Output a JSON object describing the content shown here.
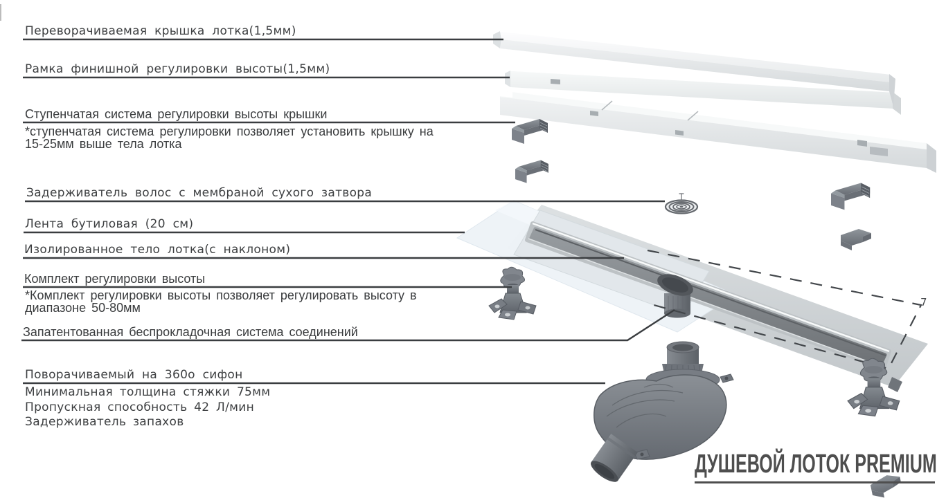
{
  "title": {
    "text": "ДУШЕВОЙ ЛОТОК PREMIUM"
  },
  "annotation": {
    "text": "7"
  },
  "colors": {
    "label_text": "#3e4042",
    "leader_line": "#3a3d40",
    "title_text": "#4e4e4e",
    "part_gray": "#7b8087",
    "metal_light": "#eff2f3",
    "tape_blue": "#edf2f7",
    "channel_dark": "#73777b"
  },
  "labels": [
    {
      "id": "cover",
      "text": "Переворачиваемая крышка лотка(1,5мм)"
    },
    {
      "id": "frame",
      "text": "Рамка финишной регулировки высоты(1,5мм)"
    },
    {
      "id": "step-system",
      "text": "Ступенчатая система регулировки высоты крышки",
      "note_lines": [
        "*ступенчатая система регулировки позволяет установить крышку на",
        "15-25мм выше тела лотка"
      ]
    },
    {
      "id": "hair-catcher",
      "text": "Задерживатель волос с мембраной сухого затвора"
    },
    {
      "id": "butyl-tape",
      "text": "Лента бутиловая (20 см)"
    },
    {
      "id": "tray-body",
      "text": "Изолированное тело лотка(с наклоном)"
    },
    {
      "id": "height-kit",
      "text": "Комплект регулировки высоты",
      "note_lines": [
        "*Комплект регулировки высоты позволяет регулировать высоту в",
        "диапазоне 50-80мм"
      ]
    },
    {
      "id": "connection-system",
      "text": "Запатентованная беспрокладочная система соединений"
    },
    {
      "id": "siphon",
      "text": "Поворачиваемый на 360о сифон",
      "note_lines": [
        "Минимальная толщина стяжки 75мм",
        "Пропускная способность 42 Л/мин",
        "Задерживатель запахов"
      ]
    }
  ]
}
